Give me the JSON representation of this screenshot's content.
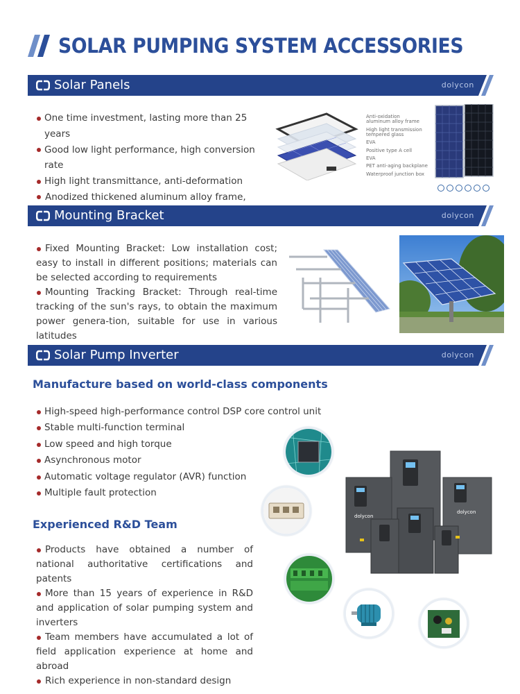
{
  "page": {
    "title": "SOLAR PUMPING SYSTEM ACCESSORIES"
  },
  "brand": "dolycon",
  "colors": {
    "section_bar": "#24438a",
    "title_blue": "#2c4f9a",
    "bullet": "#a52a2a"
  },
  "sections": {
    "panels": {
      "title": "Solar Panels",
      "bullets": [
        "One time investment, lasting more than 25 years",
        "Good low light performance, high conversion rate",
        "High light transmittance, anti-deformation",
        " Anodized thickened aluminum alloy frame, resis-tant to oxidation and corrosion"
      ],
      "layer_labels": [
        "Anti-oxidation",
        "aluminum alloy frame",
        "High light transmission",
        "tempered glass",
        "EVA",
        "Positive type A cell",
        "EVA",
        "PET anti-aging backplane",
        "Waterproof junction box"
      ]
    },
    "bracket": {
      "title": "Mounting Bracket",
      "bullets": [
        "Fixed Mounting Bracket: Low installation cost; easy to install in different positions; materials can be selected according to requirements",
        "Mounting Tracking Bracket: Through real-time tracking of the sun's rays, to obtain the maximum power genera-tion, suitable for use in various latitudes"
      ]
    },
    "inverter": {
      "title": "Solar Pump Inverter",
      "components_heading": "Manufacture based on world-class components",
      "components": [
        "High-speed high-performance control DSP core control unit",
        "Stable multi-function terminal",
        "Low speed and high torque",
        "Asynchronous motor",
        "Automatic voltage regulator (AVR) function",
        "Multiple fault protection"
      ],
      "team_heading": "Experienced R&D Team",
      "team": [
        "Products have obtained a number of national authoritative certifications and patents",
        "More than 15 years of experience in R&D and application of solar pumping system and inverters",
        "Team members have accumulated a lot of field application experience at home and abroad",
        "Rich experience in non-standard design"
      ]
    }
  }
}
